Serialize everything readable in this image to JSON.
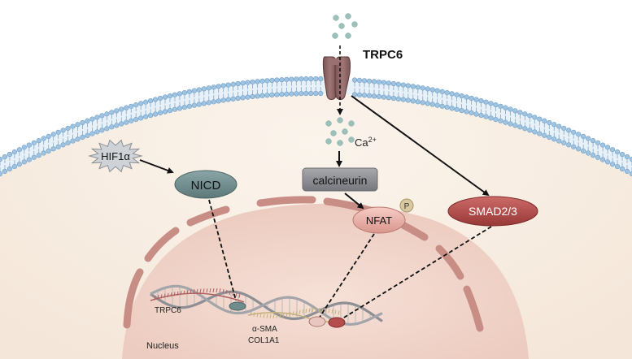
{
  "labels": {
    "channel": "TRPC6",
    "ion": "Ca",
    "ion_charge": "2+",
    "hif": "HIF1α",
    "nicd": "NICD",
    "calcineurin": "calcineurin",
    "nfat": "NFAT",
    "phospho": "P",
    "smad": "SMAD2/3",
    "gene_trpc6": "TRPC6",
    "gene_asma": "α-SMA",
    "gene_col": "COL1A1",
    "nucleus": "Nucleus"
  },
  "colors": {
    "background": "#f7ede3",
    "membrane_head": "#9ec4e2",
    "membrane_tail": "#7fa8cc",
    "channel": "#8c6464",
    "nicd": "#6f8d8d",
    "calcineurin": "#8c8e92",
    "nfat": "#e8b0a8",
    "smad": "#b54d4d",
    "nucleus_fill": "#f0d6cc",
    "nucleus_rim": "#c88e86",
    "ion": "#9cc0ba"
  }
}
